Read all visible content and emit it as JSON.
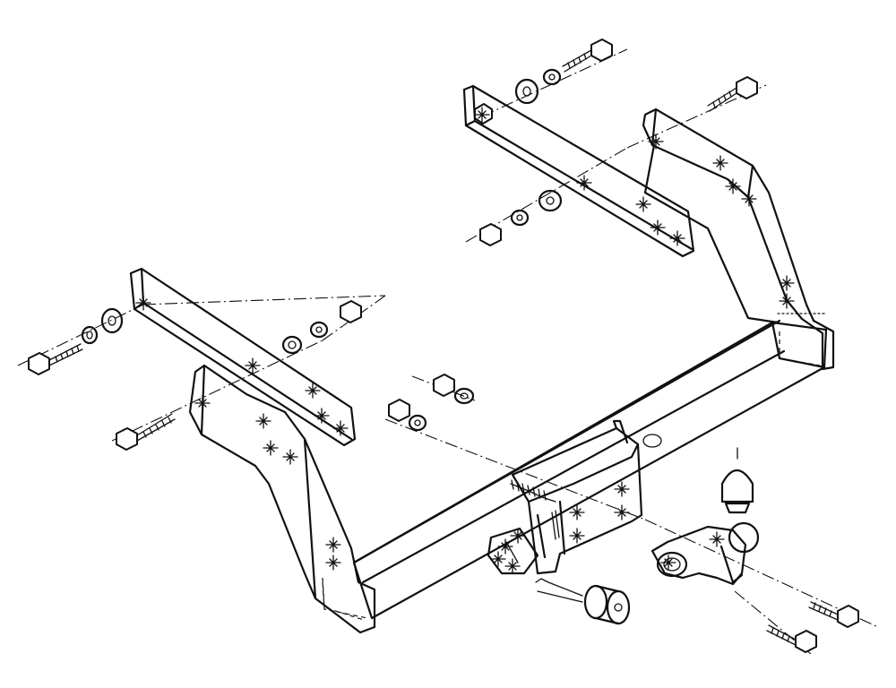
{
  "diagram": {
    "type": "exploded-assembly",
    "subject": "tow-bar",
    "ink_color": "#111111",
    "background_color": "#ffffff",
    "parts": [
      {
        "id": "left-side-bracket",
        "kind": "bracket"
      },
      {
        "id": "left-mounting-plate",
        "kind": "plate"
      },
      {
        "id": "right-side-bracket",
        "kind": "bracket"
      },
      {
        "id": "right-mounting-plate",
        "kind": "plate"
      },
      {
        "id": "cross-beam",
        "kind": "tube"
      },
      {
        "id": "center-receiver",
        "kind": "receiver"
      },
      {
        "id": "tow-ball-neck",
        "kind": "ball-mount"
      },
      {
        "id": "ball-cap",
        "kind": "cap"
      },
      {
        "id": "electrical-socket",
        "kind": "socket"
      },
      {
        "id": "bolts",
        "kind": "fastener"
      },
      {
        "id": "nuts",
        "kind": "fastener"
      },
      {
        "id": "washers",
        "kind": "fastener"
      }
    ]
  }
}
